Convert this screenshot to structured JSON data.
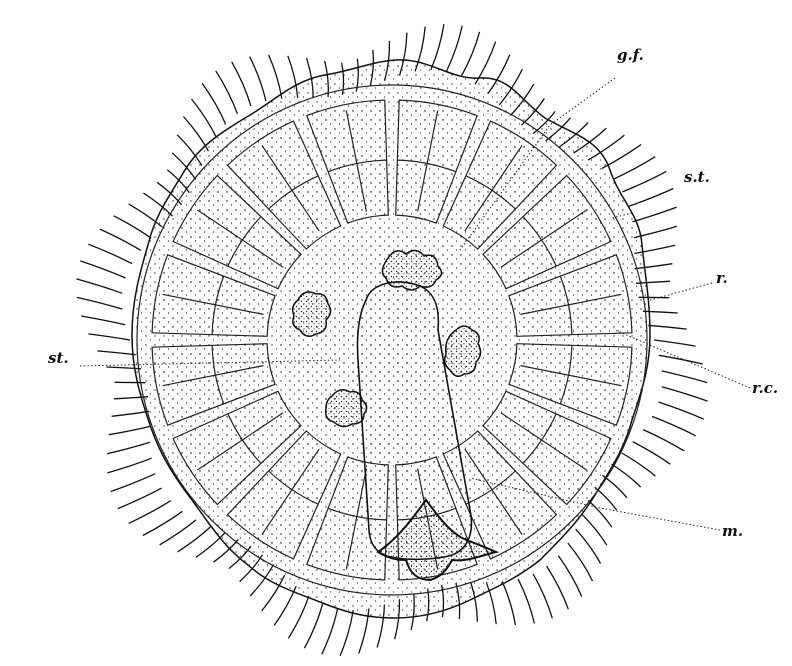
{
  "figure": {
    "description_visible": "none",
    "colors": {
      "ink": "#111111",
      "paper": "#ffffff",
      "stipple": "#2a2a2a"
    }
  },
  "labels": {
    "gf": "g.f.",
    "st_right": "s.t.",
    "r": "r.",
    "rc": "r.c.",
    "m": "m.",
    "st_left": "st."
  }
}
